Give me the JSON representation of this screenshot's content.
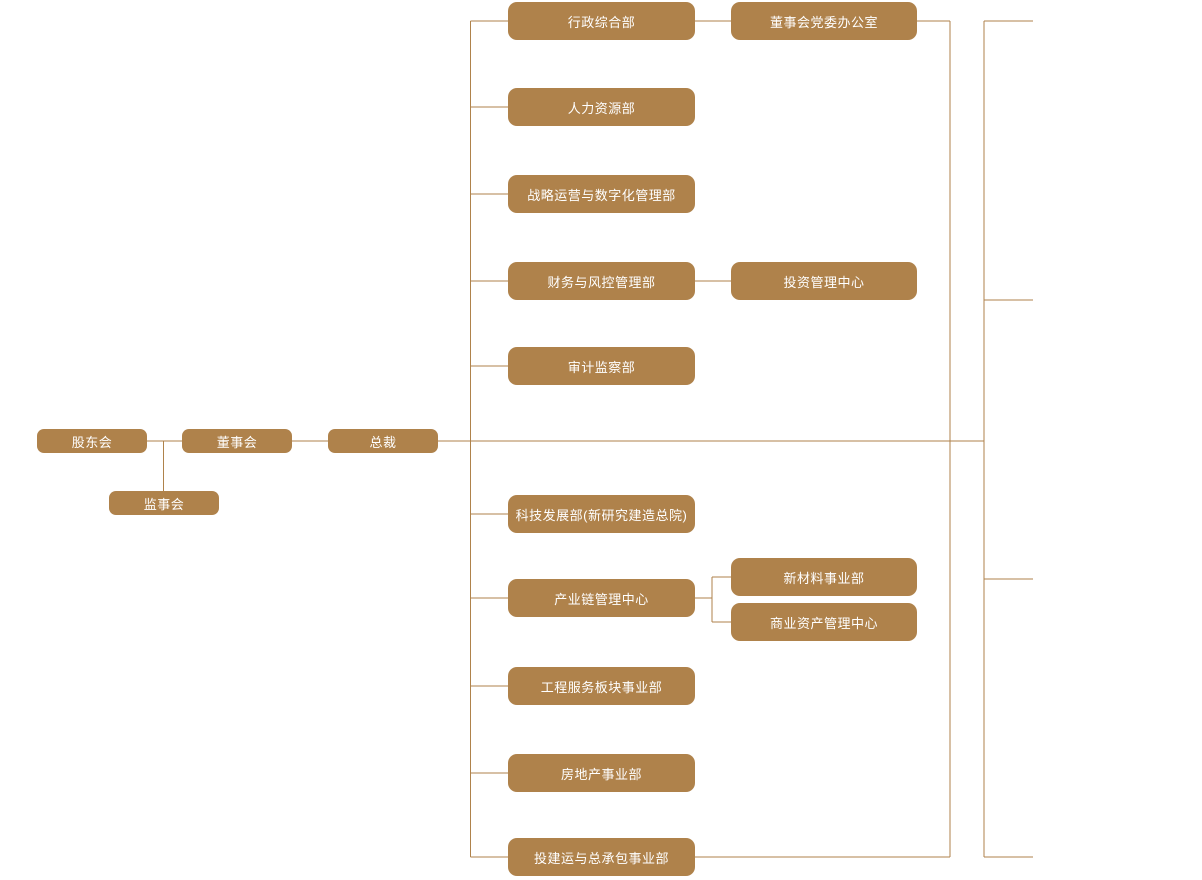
{
  "palette": {
    "node_fill": "#AF824B",
    "connector": "#AF824B",
    "node_text": "#FFFFFF",
    "background": "#FFFFFF"
  },
  "governance": {
    "shareholders": "股东会",
    "board": "董事会",
    "president": "总裁",
    "supervisory_board": "监事会"
  },
  "departments": [
    {
      "label": "行政综合部"
    },
    {
      "label": "人力资源部"
    },
    {
      "label": "战略运营与数字化管理部"
    },
    {
      "label": "财务与风控管理部"
    },
    {
      "label": "审计监察部"
    },
    {
      "label": "科技发展部(新研究建造总院)"
    },
    {
      "label": "产业链管理中心"
    },
    {
      "label": "工程服务板块事业部"
    },
    {
      "label": "房地产事业部"
    },
    {
      "label": "投建运与总承包事业部"
    }
  ],
  "sub_units": [
    {
      "label": "董事会党委办公室",
      "parent": "行政综合部"
    },
    {
      "label": "投资管理中心",
      "parent": "财务与风控管理部"
    },
    {
      "label": "新材料事业部",
      "parent": "产业链管理中心"
    },
    {
      "label": "商业资产管理中心",
      "parent": "产业链管理中心"
    }
  ]
}
